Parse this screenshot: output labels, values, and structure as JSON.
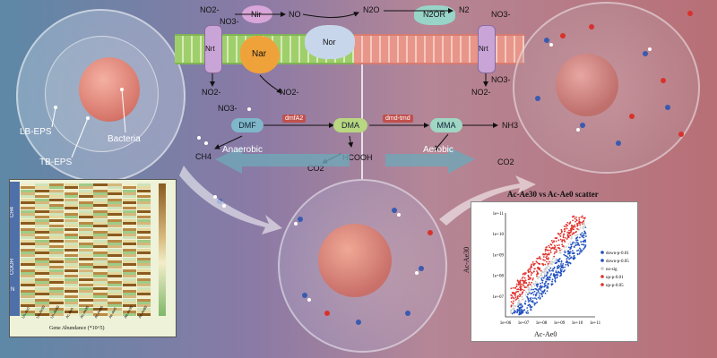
{
  "labels": {
    "nir": "Nir",
    "nar": "Nar",
    "nor": "Nor",
    "n2or": "N2OR",
    "nrt_left": "Nrt",
    "nrt_right": "Nrt",
    "no2_top": "NO2-",
    "no3_top": "NO3-",
    "no_top": "NO",
    "n2o_top": "N2O",
    "n2_top": "N2",
    "no3_top_right": "NO3-",
    "no2_left_low": "NO2-",
    "no3_left_low": "NO3-",
    "no2_mid_low": "NO2-",
    "no2_right_low": "NO2-",
    "no3_right_low": "NO3-",
    "dmf": "DMF",
    "dma": "DMA",
    "mma": "MMA",
    "nh3": "NH3",
    "dmfa2": "dmfA2",
    "dmd_tmd": "dmd-tmd",
    "ch4": "CH4",
    "hcooh": "HCOOH",
    "co2_mid": "CO2",
    "co2_right": "CO2",
    "anaerobic": "Anaerobic",
    "aerobic": "Aerobic",
    "lb_eps": "LB-EPS",
    "tb_eps": "TB-EPS",
    "bacteria": "Bacteria"
  },
  "heatmap": {
    "xlabel": "Gene Abundance (*10^5)",
    "groups": [
      "CH4",
      "COOH",
      "N"
    ],
    "columns": [
      "Un-Ae0",
      "Un-Ae30",
      "Un-Ae60",
      "Ac-Ae0",
      "Ac-Ae30",
      "Ac-Ae60",
      "Ae-Ae0",
      "Ae-Ae30",
      "Ae-Ae60"
    ]
  },
  "chart_data": {
    "type": "scatter",
    "title": "Ac-Ae30 vs Ac-Ae0 scatter",
    "xlabel": "Ac-Ae0",
    "ylabel": "Ac-Ae30",
    "x_ticks": [
      "1e+06",
      "1e+07",
      "1e+08",
      "1e+09",
      "1e+10",
      "1e+11"
    ],
    "y_ticks": [
      "1e+07",
      "1e+08",
      "1e+09",
      "1e+10",
      "1e+11"
    ],
    "log_scale": true,
    "xlim": [
      1000000,
      100000000000
    ],
    "ylim": [
      1000000,
      100000000000
    ],
    "legend_position": "right",
    "series": [
      {
        "name": "down-p-0.01",
        "color": "#1f4fbf"
      },
      {
        "name": "down-p-0.05",
        "color": "#1f4fbf"
      },
      {
        "name": "no-sig",
        "color": "#cccccc"
      },
      {
        "name": "up-p-0.01",
        "color": "#e0302a"
      },
      {
        "name": "up-p-0.05",
        "color": "#e0302a"
      }
    ]
  },
  "colors": {
    "membrane_left": "#9fcf6a",
    "membrane_right": "#e8968a",
    "nar": "#f0a23a",
    "nor": "#c7d6ea",
    "nir": "#d8a6d8",
    "n2or": "#98d4c8",
    "dmf": "#7fb7c9",
    "dma": "#b8d780",
    "mma": "#9fd6c4"
  }
}
